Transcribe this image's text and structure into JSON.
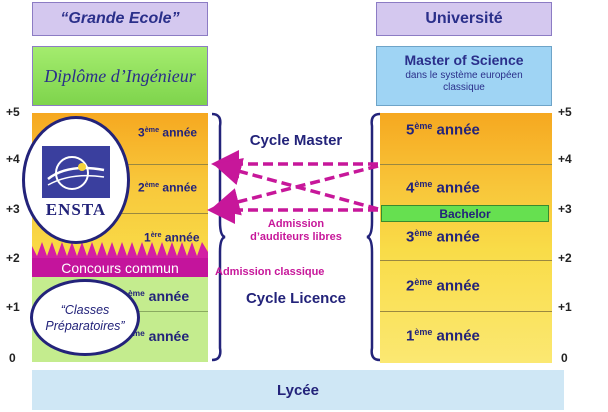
{
  "left": {
    "header": "“Grande Ecole”",
    "diploma": "Diplôme d’Ingénieur",
    "years_top": [
      {
        "num": "3",
        "sup": "ème",
        "word": "année"
      },
      {
        "num": "2",
        "sup": "ème",
        "word": "année"
      },
      {
        "num": "1",
        "sup": "ère",
        "word": "année"
      }
    ],
    "logo_text": "ENSTA",
    "concours": "Concours commun",
    "prepa": "“Classes Préparatoires”",
    "prepa_years": [
      {
        "sup": "ème",
        "word": "année"
      },
      {
        "sup": "ème",
        "word": "année"
      }
    ]
  },
  "right": {
    "header": "Université",
    "master_title": "Master of Science",
    "master_sub": "dans le système européen classique",
    "years": [
      {
        "num": "5",
        "sup": "ème",
        "word": "année"
      },
      {
        "num": "4",
        "sup": "ème",
        "word": "année"
      },
      {
        "num": "3",
        "sup": "ème",
        "word": "année"
      },
      {
        "num": "2",
        "sup": "ème",
        "word": "année"
      },
      {
        "num": "1",
        "sup": "ème",
        "word": "année"
      }
    ],
    "bachelor": "Bachelor"
  },
  "middle": {
    "cycle_master": "Cycle Master",
    "admission_libres": "Admission d’auditeurs libres",
    "admission_classique": "Admission classique",
    "cycle_licence": "Cycle Licence"
  },
  "axis_ticks": [
    "+5",
    "+4",
    "+3",
    "+2",
    "+1",
    "0"
  ],
  "lycee": "Lycée",
  "colors": {
    "arrow": "#c7179a",
    "concours": "#c4149c",
    "bachelor": "#66e050",
    "text_blue": "#23237a"
  }
}
